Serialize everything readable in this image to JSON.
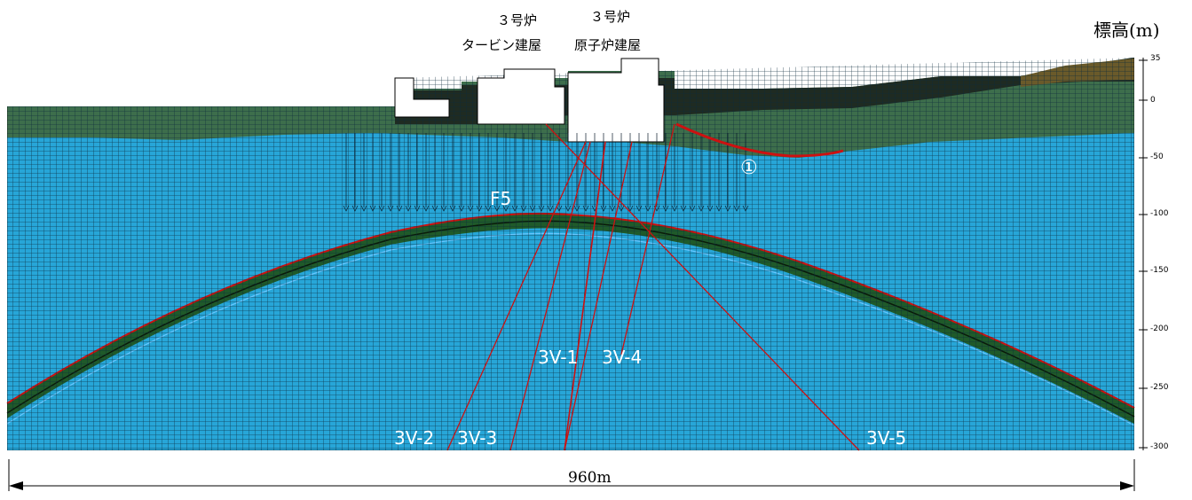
{
  "header": {
    "turbine_line1": "３号炉",
    "turbine_line2": "タービン建屋",
    "reactor_line1": "３号炉",
    "reactor_line2": "原子炉建屋",
    "unit_label": "標高(m)"
  },
  "elevation_ticks": [
    "35",
    "0",
    "-50",
    "-100",
    "-150",
    "-200",
    "-250",
    "-300"
  ],
  "section": {
    "fault_label": "F5",
    "marker_label": "①",
    "boreholes": [
      "3V-1",
      "3V-4",
      "3V-2",
      "3V-3",
      "3V-5"
    ]
  },
  "dimension": {
    "width_label": "960m"
  },
  "colors": {
    "groundwater": "#27a6d8",
    "upper_rock": "#3d6e4c",
    "surface_fill": "#1f2b22",
    "mesh_line": "#0b2a3c",
    "fault_band": "#1f5a2a",
    "borehole_line": "#cc1111"
  }
}
